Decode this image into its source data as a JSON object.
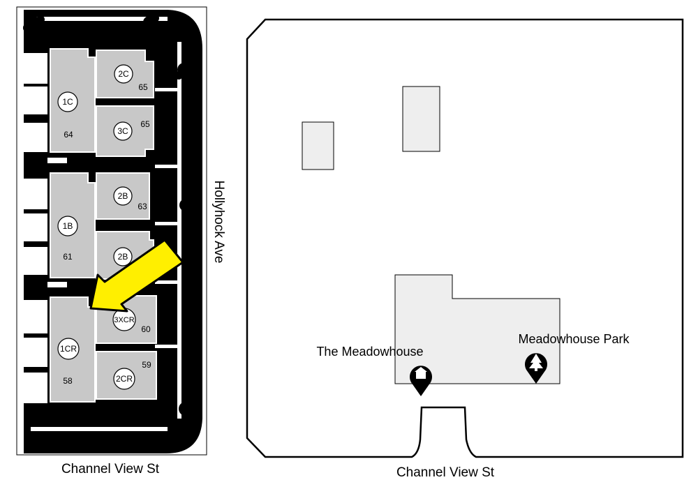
{
  "streets": {
    "left_bottom": "Channel View St",
    "right_bottom": "Channel View St",
    "side": "Hollyhock Ave"
  },
  "units": [
    {
      "code": "2C",
      "number": "65"
    },
    {
      "code": "1C",
      "number": "64"
    },
    {
      "code": "3C",
      "number": "65"
    },
    {
      "code": "2B",
      "number": "63"
    },
    {
      "code": "1B",
      "number": "61"
    },
    {
      "code": "2B",
      "number": ""
    },
    {
      "code": "3XCR",
      "number": "60"
    },
    {
      "code": "1CR",
      "number": "58"
    },
    {
      "code": "2CR",
      "number": "59"
    }
  ],
  "places": {
    "meadowhouse": {
      "label": "The Meadowhouse",
      "icon": "building-marker-icon"
    },
    "park": {
      "label": "Meadowhouse Park",
      "icon": "tree-marker-icon"
    }
  },
  "colors": {
    "building_fill": "#c8c8c8",
    "block_fill": "#eeeeee",
    "road": "#000000",
    "arrow": "#ffef00"
  }
}
